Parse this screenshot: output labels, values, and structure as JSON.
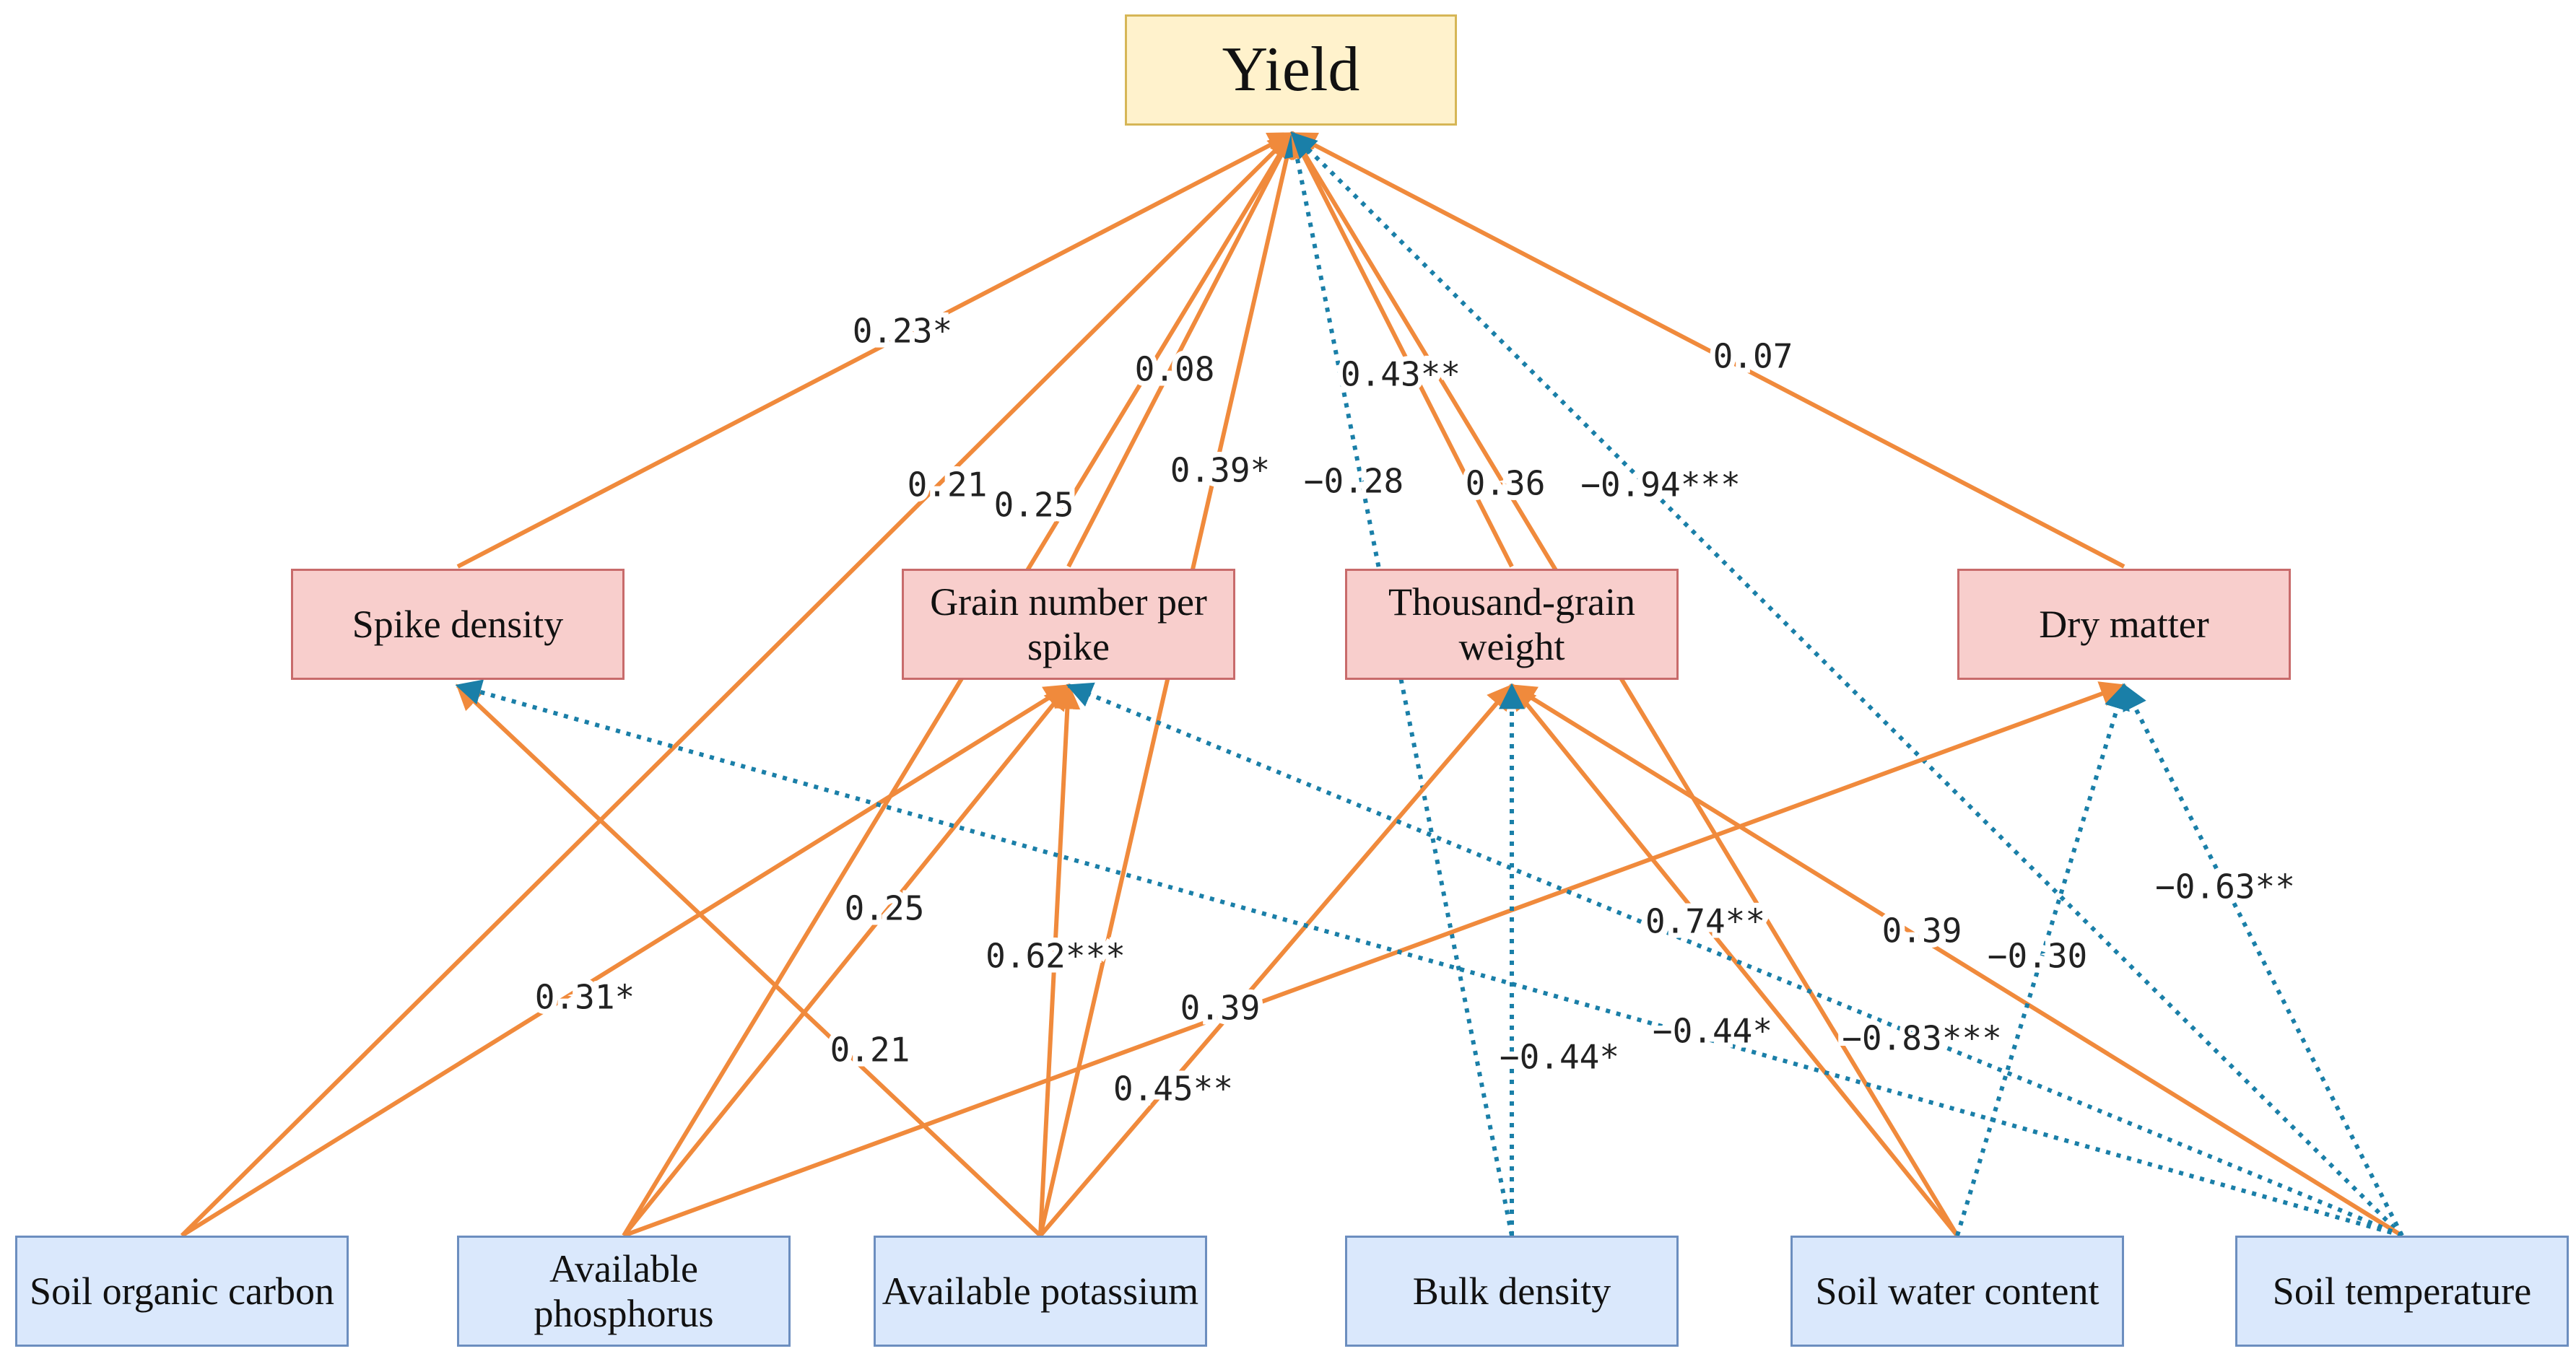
{
  "colors": {
    "positive_path": "#f08a3c",
    "negative_path": "#1a7fa8",
    "yield_fill": "#fff2cc",
    "trait_fill": "#f8cecc",
    "soil_fill": "#dae8fc"
  },
  "nodes": {
    "yield": "Yield",
    "spike_density": "Spike density",
    "grain_number": "Grain number per spike",
    "thousand_grain": "Thousand-grain weight",
    "dry_matter": "Dry matter",
    "soil_organic_carbon": "Soil organic carbon",
    "available_phosphorus": "Available phosphorus",
    "available_potassium": "Available potassium",
    "bulk_density": "Bulk density",
    "soil_water_content": "Soil water content",
    "soil_temperature": "Soil temperature"
  },
  "paths": [
    {
      "from": "spike_density",
      "to": "yield",
      "sign": "positive",
      "label": "0.23*"
    },
    {
      "from": "grain_number",
      "to": "yield",
      "sign": "positive",
      "label": "0.08"
    },
    {
      "from": "thousand_grain",
      "to": "yield",
      "sign": "positive",
      "label": "0.43**"
    },
    {
      "from": "dry_matter",
      "to": "yield",
      "sign": "positive",
      "label": "0.07"
    },
    {
      "from": "soil_organic_carbon",
      "to": "yield",
      "sign": "positive",
      "label": "0.21"
    },
    {
      "from": "available_phosphorus",
      "to": "yield",
      "sign": "positive",
      "label": "0.25"
    },
    {
      "from": "available_potassium",
      "to": "yield",
      "sign": "positive",
      "label": "0.39*"
    },
    {
      "from": "bulk_density",
      "to": "yield",
      "sign": "negative",
      "label": "−0.28"
    },
    {
      "from": "soil_water_content",
      "to": "yield",
      "sign": "positive",
      "label": "0.36"
    },
    {
      "from": "soil_temperature",
      "to": "yield",
      "sign": "negative",
      "label": "−0.94***"
    },
    {
      "from": "soil_organic_carbon",
      "to": "grain_number",
      "sign": "positive",
      "label": "0.31*"
    },
    {
      "from": "available_phosphorus",
      "to": "grain_number",
      "sign": "positive",
      "label": "0.25"
    },
    {
      "from": "available_potassium",
      "to": "grain_number",
      "sign": "positive",
      "label": "0.62***"
    },
    {
      "from": "available_potassium",
      "to": "spike_density",
      "sign": "positive",
      "label": "0.21"
    },
    {
      "from": "available_phosphorus",
      "to": "dry_matter",
      "sign": "positive",
      "label": "0.39"
    },
    {
      "from": "available_potassium",
      "to": "thousand_grain",
      "sign": "positive",
      "label": "0.45**"
    },
    {
      "from": "soil_water_content",
      "to": "thousand_grain",
      "sign": "positive",
      "label": "0.74**"
    },
    {
      "from": "soil_temperature",
      "to": "thousand_grain",
      "sign": "positive",
      "label": "0.39"
    },
    {
      "from": "bulk_density",
      "to": "thousand_grain",
      "sign": "negative",
      "label": "−0.44*"
    },
    {
      "from": "soil_temperature",
      "to": "spike_density",
      "sign": "negative",
      "label": "−0.44*"
    },
    {
      "from": "soil_temperature",
      "to": "grain_number",
      "sign": "negative",
      "label": "−0.83***"
    },
    {
      "from": "soil_water_content",
      "to": "dry_matter",
      "sign": "negative",
      "label": "−0.30"
    },
    {
      "from": "soil_temperature",
      "to": "dry_matter",
      "sign": "negative",
      "label": "−0.63**"
    }
  ]
}
